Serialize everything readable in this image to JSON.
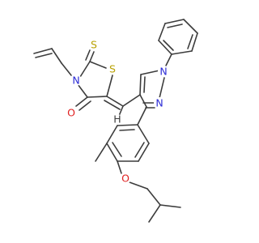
{
  "atoms": {
    "S_ring": {
      "text": "S",
      "color": "#b8a000"
    },
    "S_thione": {
      "text": "S",
      "color": "#b8a000"
    },
    "N_rhodanine": {
      "text": "N",
      "color": "#2b2bd6"
    },
    "O_carbonyl": {
      "text": "O",
      "color": "#e02020"
    },
    "N_pyrazole_1": {
      "text": "N",
      "color": "#2b2bd6"
    },
    "N_pyrazole_2": {
      "text": "N",
      "color": "#2b2bd6"
    },
    "O_ether": {
      "text": "O",
      "color": "#e02020"
    },
    "H_methine": {
      "text": "H",
      "color": "#3c3c3c"
    }
  },
  "colors": {
    "bond": "#3c3c3c",
    "background": "#ffffff"
  }
}
